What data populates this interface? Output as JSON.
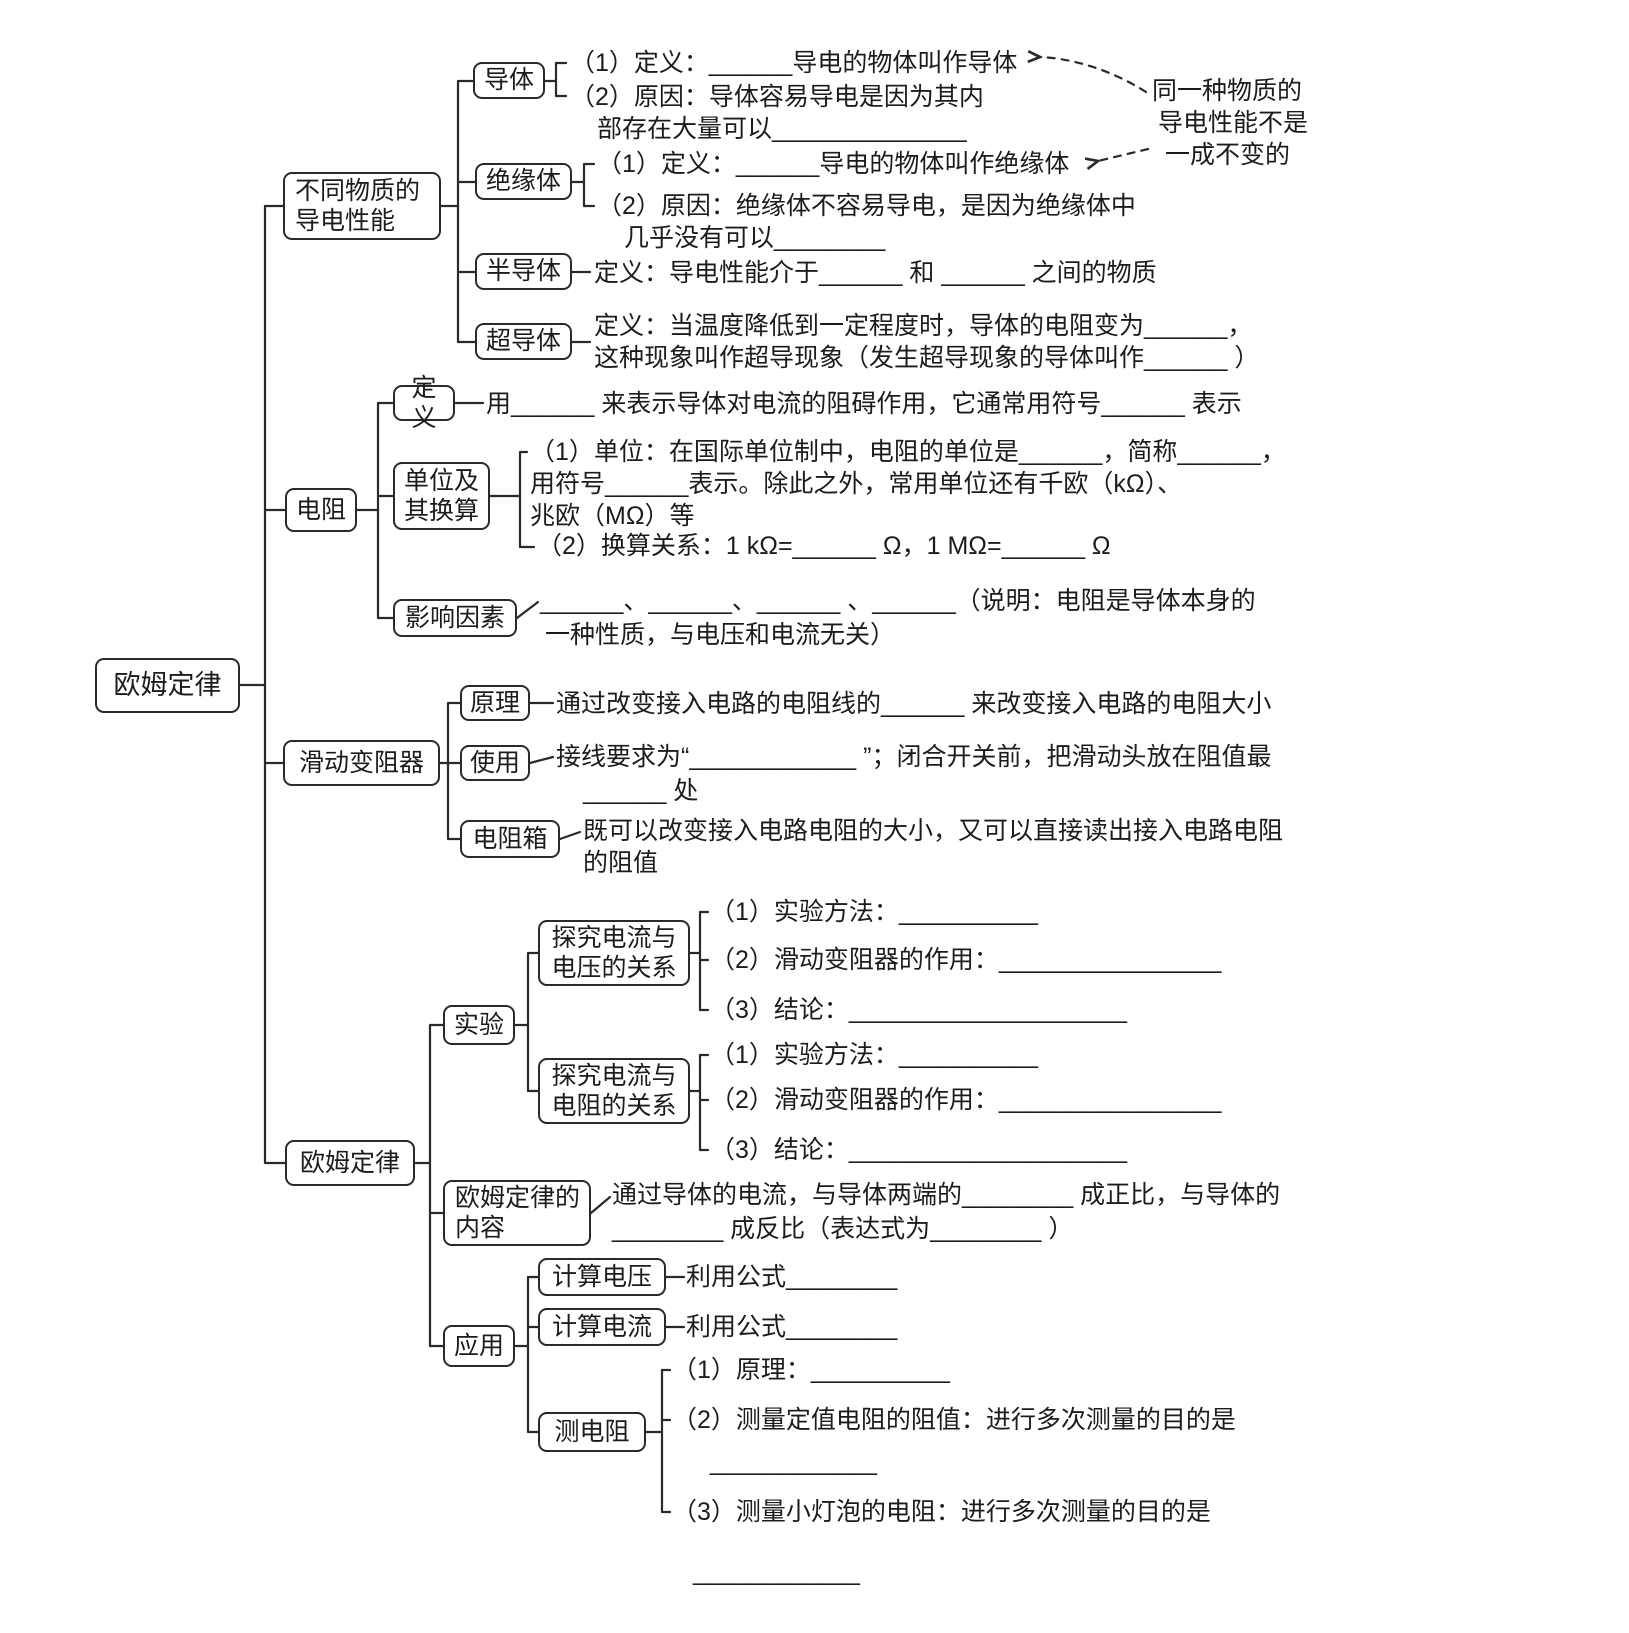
{
  "root": {
    "label": "欧姆定律"
  },
  "note": {
    "l1": "同一种物质的",
    "l2": "导电性能不是",
    "l3": "一成不变的"
  },
  "b1": {
    "label": "不同物质的导电性能",
    "conductor": {
      "label": "导体",
      "def": "（1）定义：______导电的物体叫作导体",
      "reason1": "（2）原因：导体容易导电是因为其内",
      "reason2": "部存在大量可以______________"
    },
    "insulator": {
      "label": "绝缘体",
      "def": "（1）定义：______导电的物体叫作绝缘体",
      "reason1": "（2）原因：绝缘体不容易导电，是因为绝缘体中",
      "reason2": "几乎没有可以________"
    },
    "semiconductor": {
      "label": "半导体",
      "def": "定义：导电性能介于______ 和 ______ 之间的物质"
    },
    "superconductor": {
      "label": "超导体",
      "def1": "定义：当温度降低到一定程度时，导体的电阻变为______，",
      "def2": "这种现象叫作超导现象（发生超导现象的导体叫作______ ）"
    }
  },
  "b2": {
    "label": "电阻",
    "definition": {
      "label": "定义",
      "text": "用______ 来表示导体对电流的阻碍作用，它通常用符号______ 表示"
    },
    "units": {
      "label": "单位及其换算",
      "l1": "（1）单位：在国际单位制中，电阻的单位是______，简称______，",
      "l2": "用符号______表示。除此之外，常用单位还有千欧（kΩ）、",
      "l3": "兆欧（MΩ）等",
      "l4": "（2）换算关系：1 kΩ=______ Ω，1 MΩ=______ Ω"
    },
    "factors": {
      "label": "影响因素",
      "l1": "______、______、______ 、______（说明：电阻是导体本身的",
      "l2": "一种性质，与电压和电流无关）"
    }
  },
  "b3": {
    "label": "滑动变阻器",
    "principle": {
      "label": "原理",
      "text": "通过改变接入电路的电阻线的______ 来改变接入电路的电阻大小"
    },
    "usage": {
      "label": "使用",
      "l1": "接线要求为“____________ ”；闭合开关前，把滑动头放在阻值最",
      "l2": "______ 处"
    },
    "resistbox": {
      "label": "电阻箱",
      "l1": "既可以改变接入电路电阻的大小，又可以直接读出接入电路电阻",
      "l2": "的阻值"
    }
  },
  "b4": {
    "label": "欧姆定律",
    "experiment": {
      "label": "实验",
      "exp1": {
        "label": "探究电流与电压的关系",
        "i1": "（1）实验方法：__________",
        "i2": "（2）滑动变阻器的作用：________________",
        "i3": "（3）结论：____________________"
      },
      "exp2": {
        "label": "探究电流与电阻的关系",
        "i1": "（1）实验方法：__________",
        "i2": "（2）滑动变阻器的作用：________________",
        "i3": "（3）结论：____________________"
      }
    },
    "content": {
      "label": "欧姆定律的内容",
      "l1": "通过导体的电流，与导体两端的________ 成正比，与导体的",
      "l2": "________ 成反比（表达式为________ ）"
    },
    "application": {
      "label": "应用",
      "calc_v": {
        "label": "计算电压",
        "text": "利用公式________"
      },
      "calc_i": {
        "label": "计算电流",
        "text": "利用公式________"
      },
      "measure_r": {
        "label": "测电阻",
        "i1": "（1）原理：__________",
        "i2a": "（2）测量定值电阻的阻值：进行多次测量的目的是",
        "i2b": "____________",
        "i3a": "（3）测量小灯泡的电阻：进行多次测量的目的是",
        "i3b": "____________"
      }
    }
  }
}
